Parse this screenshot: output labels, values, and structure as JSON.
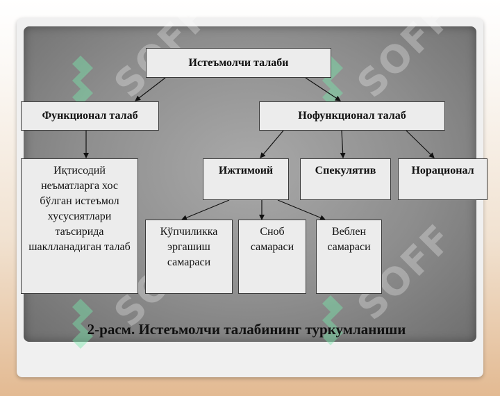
{
  "diagram": {
    "root": "Истеъмолчи талаби",
    "functional": "Функционал талаб",
    "nonfunctional": "Нофункционал талаб",
    "functional_detail": "Иқтисодий неъматларга хос бўлган истеъмол хусусиятлари таъсирида шаклланадиган талаб",
    "social": "Ижтимоий",
    "speculative": "Спекулятив",
    "irrational": "Норационал",
    "bandwagon": "Кўпчиликка эргашиш самараси",
    "snob": "Сноб самараси",
    "veblen": "Веблен самараси"
  },
  "caption": "2-расм. Истеъмолчи талабининг туркумланиши",
  "watermark": "SOFF"
}
